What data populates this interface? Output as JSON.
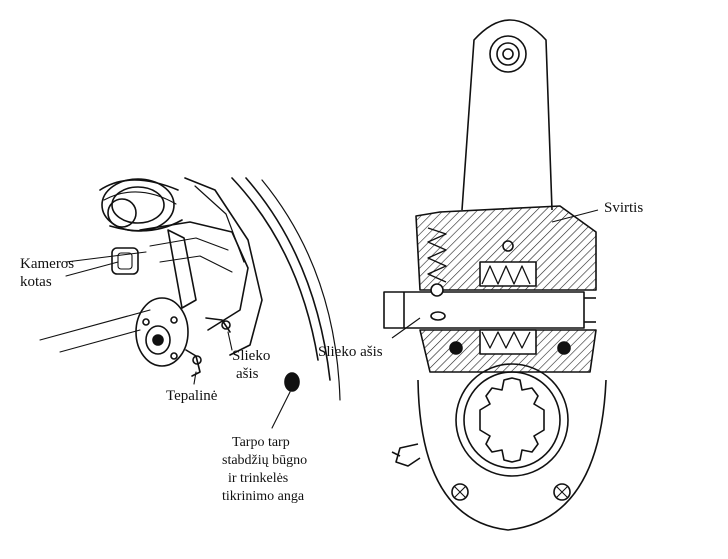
{
  "labels": {
    "kameros_kotas_line1": "Kameros",
    "kameros_kotas_line2": "kotas",
    "tepaline": "Tepalinė",
    "slieko_asis_left_line1": "Slieko",
    "slieko_asis_left_line2": "ašis",
    "tarpo_line1": "Tarpo tarp",
    "tarpo_line2": "stabdžių būgno",
    "tarpo_line3": "ir trinkelės",
    "tarpo_line4": "tikrinimo anga",
    "svirtis": "Svirtis",
    "slieko_asis_right": "Slieko ašis"
  }
}
